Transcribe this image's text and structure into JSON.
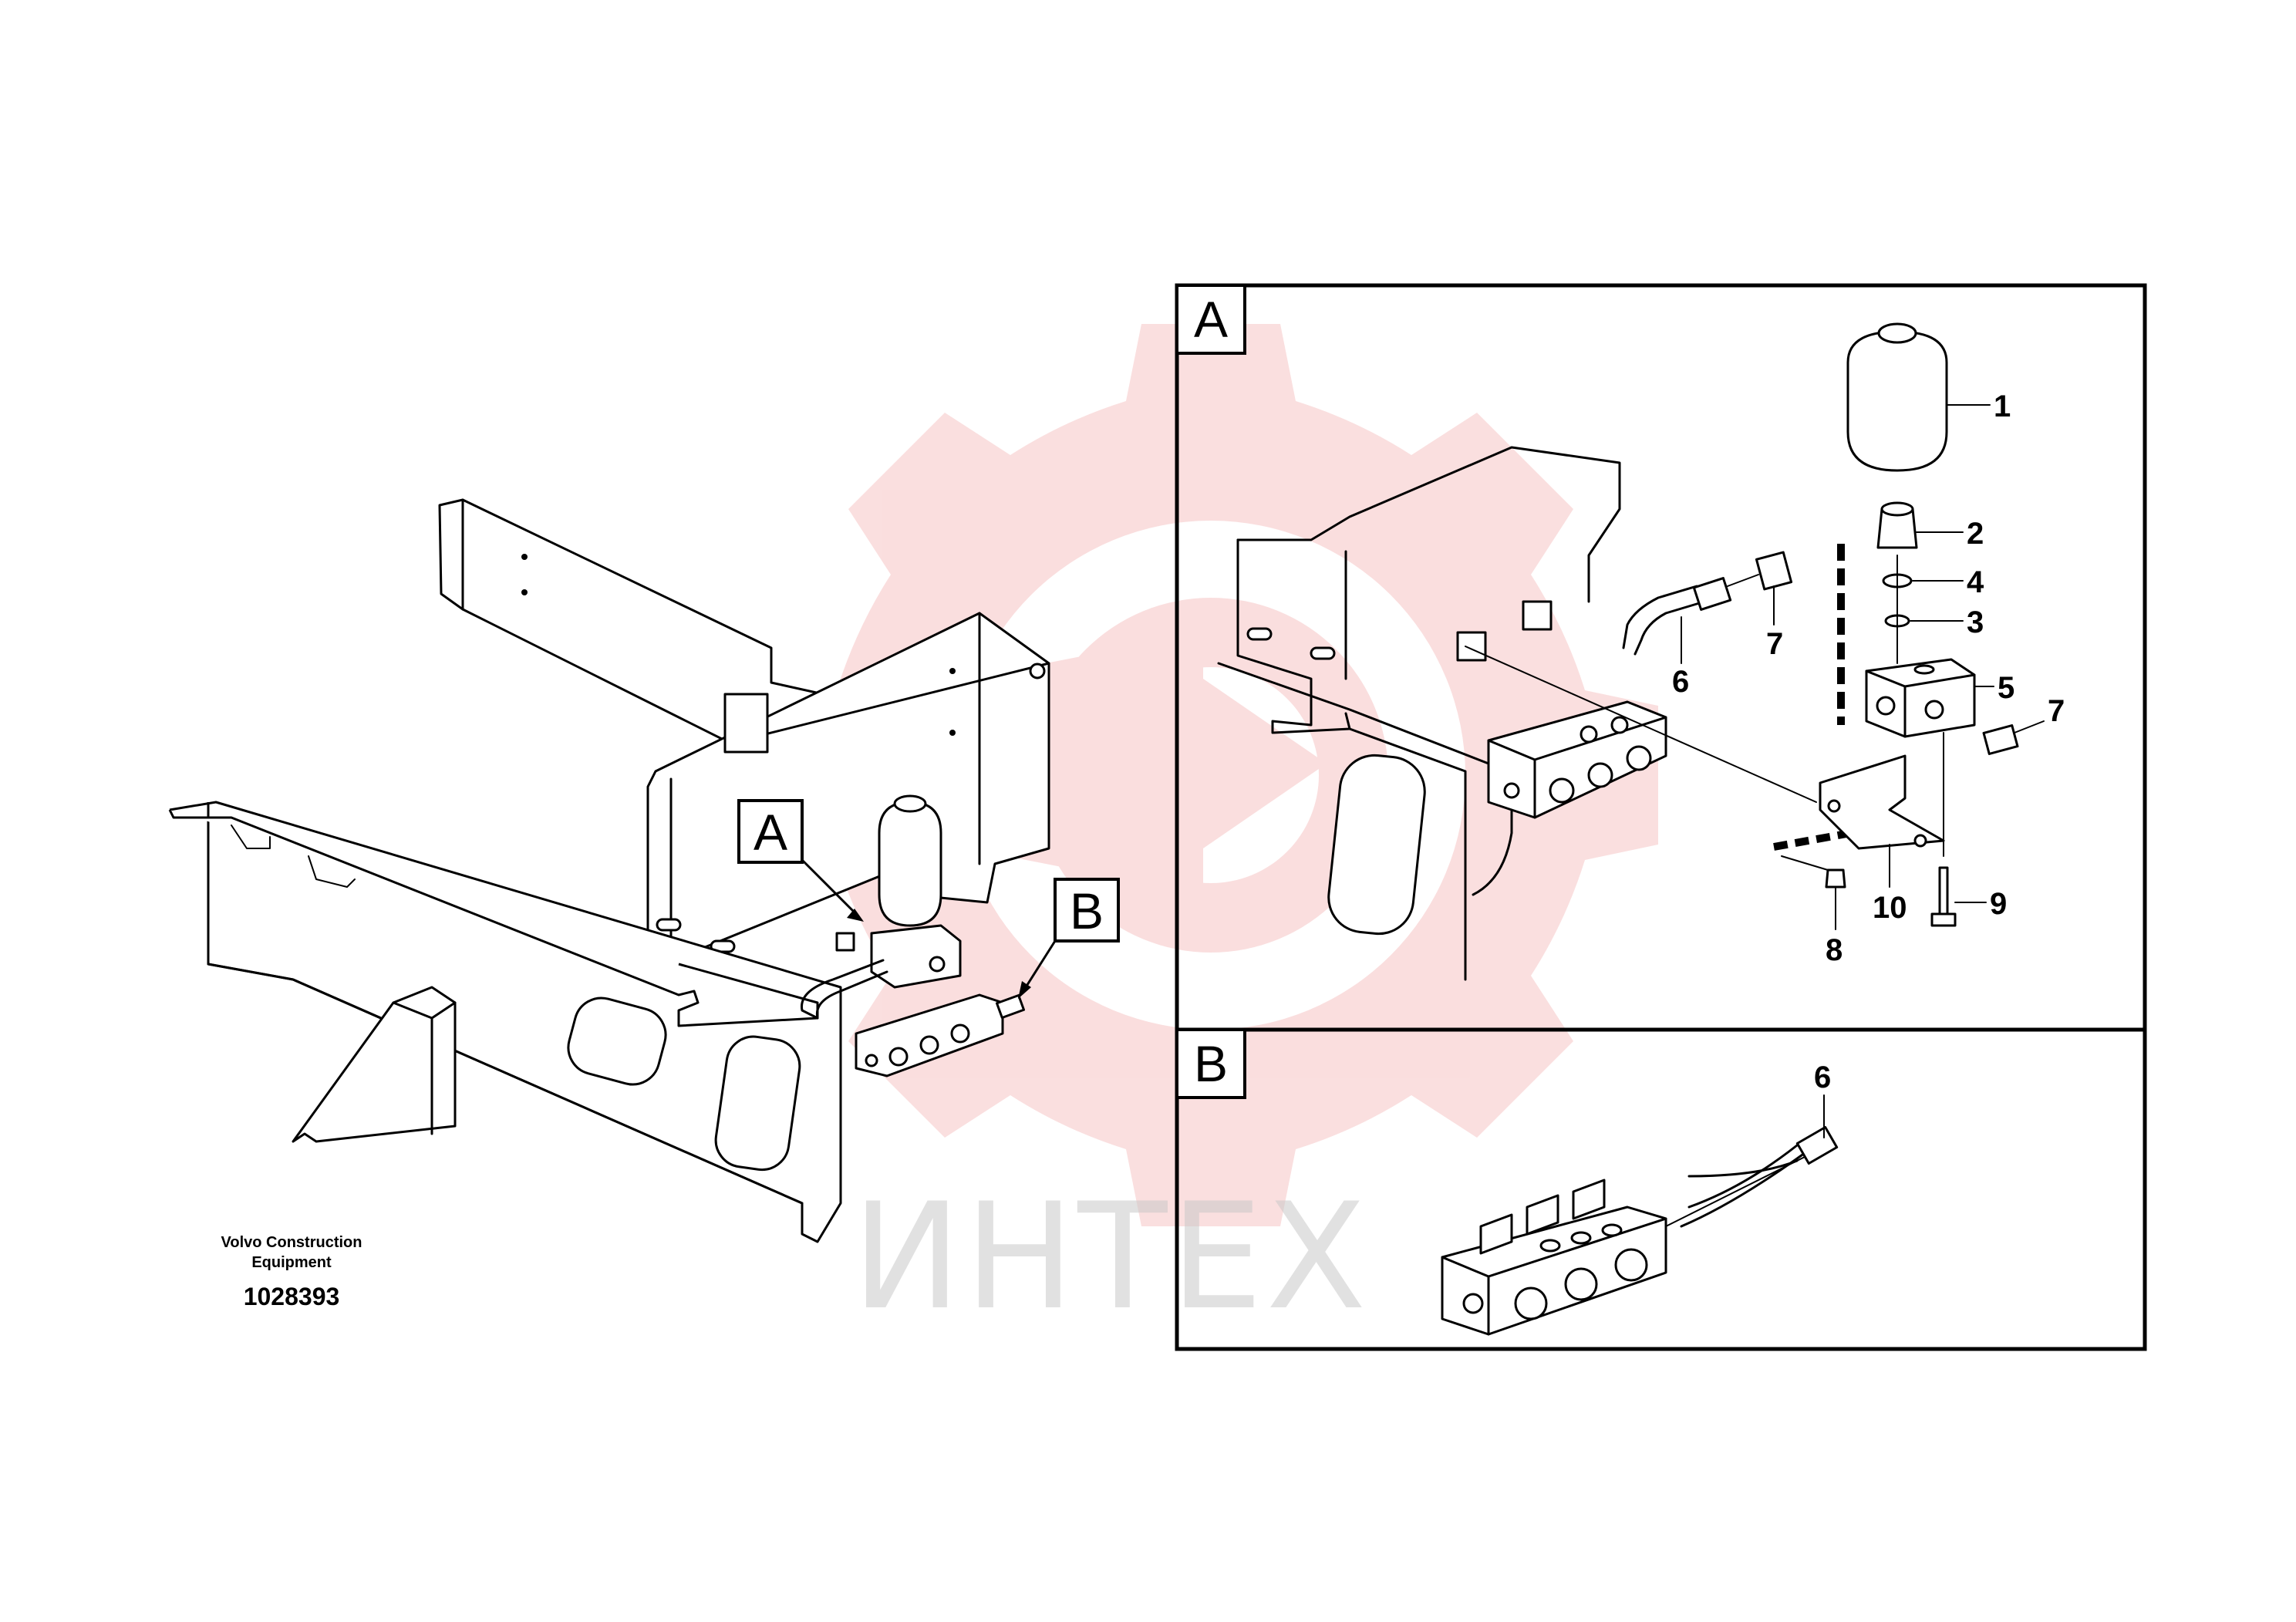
{
  "brand": {
    "line1": "Volvo Construction",
    "line2": "Equipment",
    "document_number": "1028393"
  },
  "callouts": {
    "a": "A",
    "b": "B"
  },
  "detail_a": {
    "label": "A",
    "parts": [
      {
        "id": "p1",
        "number": "1"
      },
      {
        "id": "p2",
        "number": "2"
      },
      {
        "id": "p4",
        "number": "4"
      },
      {
        "id": "p3",
        "number": "3"
      },
      {
        "id": "p5",
        "number": "5"
      },
      {
        "id": "p7a",
        "number": "7"
      },
      {
        "id": "p7b",
        "number": "7"
      },
      {
        "id": "p6",
        "number": "6"
      },
      {
        "id": "p10",
        "number": "10"
      },
      {
        "id": "p9",
        "number": "9"
      },
      {
        "id": "p8",
        "number": "8"
      }
    ]
  },
  "detail_b": {
    "label": "B",
    "parts": [
      {
        "id": "p6b",
        "number": "6"
      }
    ]
  },
  "watermark": {
    "text": "ИНТЕХ",
    "color": "#f4b8b8"
  },
  "colors": {
    "line": "#000000",
    "background": "#ffffff",
    "watermark_gear": "#f6c4c4",
    "watermark_text": "#c9c9c9"
  }
}
